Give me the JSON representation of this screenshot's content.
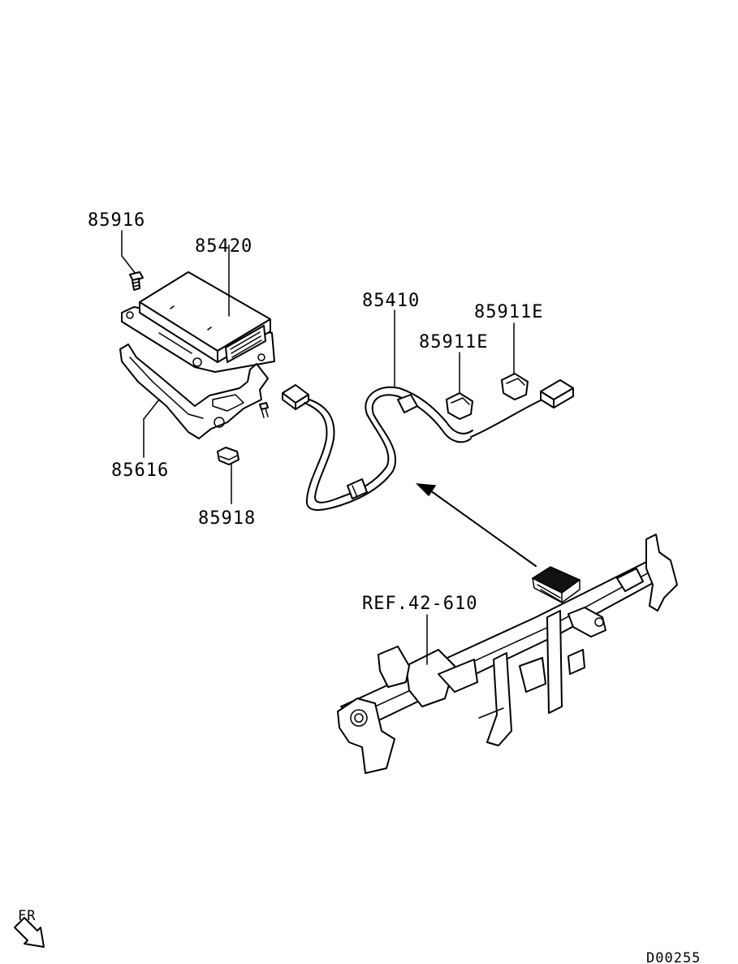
{
  "labels": {
    "screw": "85916",
    "control_unit": "85420",
    "harness": "85410",
    "clip_upper": "85911E",
    "clip_lower": "85911E",
    "bracket": "85616",
    "nut": "85918",
    "reference": "REF.42-610",
    "front_marker": "FR",
    "diagram_id": "D00255"
  }
}
